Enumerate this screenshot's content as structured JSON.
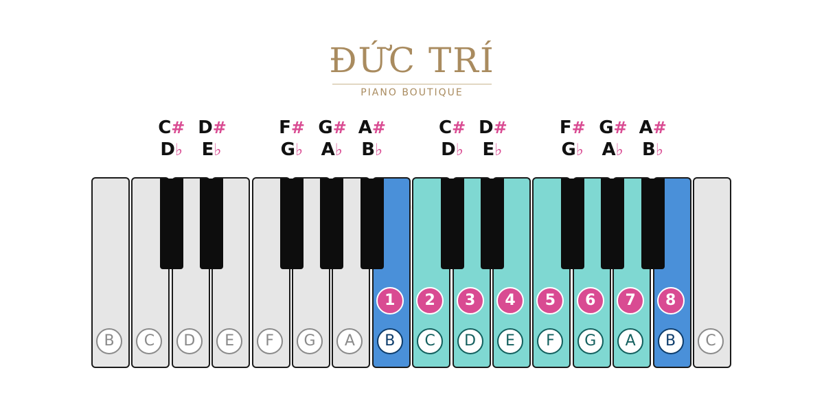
{
  "logo": {
    "title": "ĐỨC TRÍ",
    "subtitle": "PIANO BOUTIQUE"
  },
  "watermark": {
    "title": "ĐỨC TRÍ",
    "subtitle": "PIANO BOUTIQUE"
  },
  "accidentals": [
    {
      "sharp": "C",
      "sharp_sym": "#",
      "flat": "D",
      "flat_sym": "♭"
    },
    {
      "sharp": "D",
      "sharp_sym": "#",
      "flat": "E",
      "flat_sym": "♭"
    },
    {
      "sharp": "F",
      "sharp_sym": "#",
      "flat": "G",
      "flat_sym": "♭"
    },
    {
      "sharp": "G",
      "sharp_sym": "#",
      "flat": "A",
      "flat_sym": "♭"
    },
    {
      "sharp": "A",
      "sharp_sym": "#",
      "flat": "B",
      "flat_sym": "♭"
    },
    {
      "sharp": "C",
      "sharp_sym": "#",
      "flat": "D",
      "flat_sym": "♭"
    },
    {
      "sharp": "D",
      "sharp_sym": "#",
      "flat": "E",
      "flat_sym": "♭"
    },
    {
      "sharp": "F",
      "sharp_sym": "#",
      "flat": "G",
      "flat_sym": "♭"
    },
    {
      "sharp": "G",
      "sharp_sym": "#",
      "flat": "A",
      "flat_sym": "♭"
    },
    {
      "sharp": "A",
      "sharp_sym": "#",
      "flat": "B",
      "flat_sym": "♭"
    }
  ],
  "white_keys": [
    {
      "note": "B",
      "color": "grey"
    },
    {
      "note": "C",
      "color": "grey"
    },
    {
      "note": "D",
      "color": "grey"
    },
    {
      "note": "E",
      "color": "grey"
    },
    {
      "note": "F",
      "color": "grey"
    },
    {
      "note": "G",
      "color": "grey"
    },
    {
      "note": "A",
      "color": "grey"
    },
    {
      "note": "B",
      "color": "blue",
      "step": "1"
    },
    {
      "note": "C",
      "color": "teal",
      "step": "2"
    },
    {
      "note": "D",
      "color": "teal",
      "step": "3"
    },
    {
      "note": "E",
      "color": "teal",
      "step": "4"
    },
    {
      "note": "F",
      "color": "teal",
      "step": "5"
    },
    {
      "note": "G",
      "color": "teal",
      "step": "6"
    },
    {
      "note": "A",
      "color": "teal",
      "step": "7"
    },
    {
      "note": "B",
      "color": "blue",
      "step": "8"
    },
    {
      "note": "C",
      "color": "grey"
    }
  ],
  "colors": {
    "accent_pink": "#d94b92",
    "highlight_blue": "#4a90d9",
    "highlight_teal": "#7fd8d2",
    "logo_gold": "#a98b5f"
  }
}
